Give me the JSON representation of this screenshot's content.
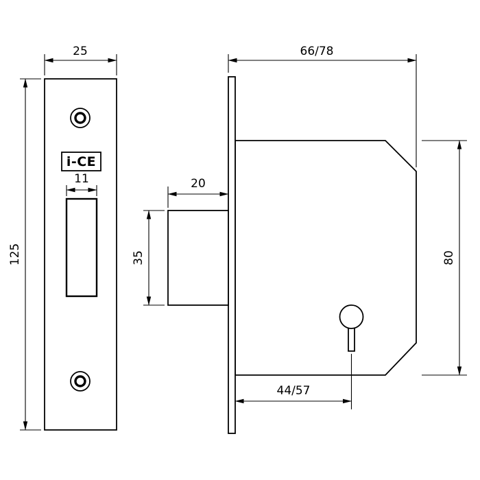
{
  "colors": {
    "line": "#000000",
    "background": "#ffffff"
  },
  "front_view": {
    "logo": "i-CE",
    "width_label": "25",
    "height_label": "125",
    "cutout_width_label": "11"
  },
  "side_view": {
    "case_width_label": "66/78",
    "bolt_throw_label": "20",
    "bolt_height_label": "35",
    "case_height_label": "80",
    "backset_label": "44/57"
  }
}
